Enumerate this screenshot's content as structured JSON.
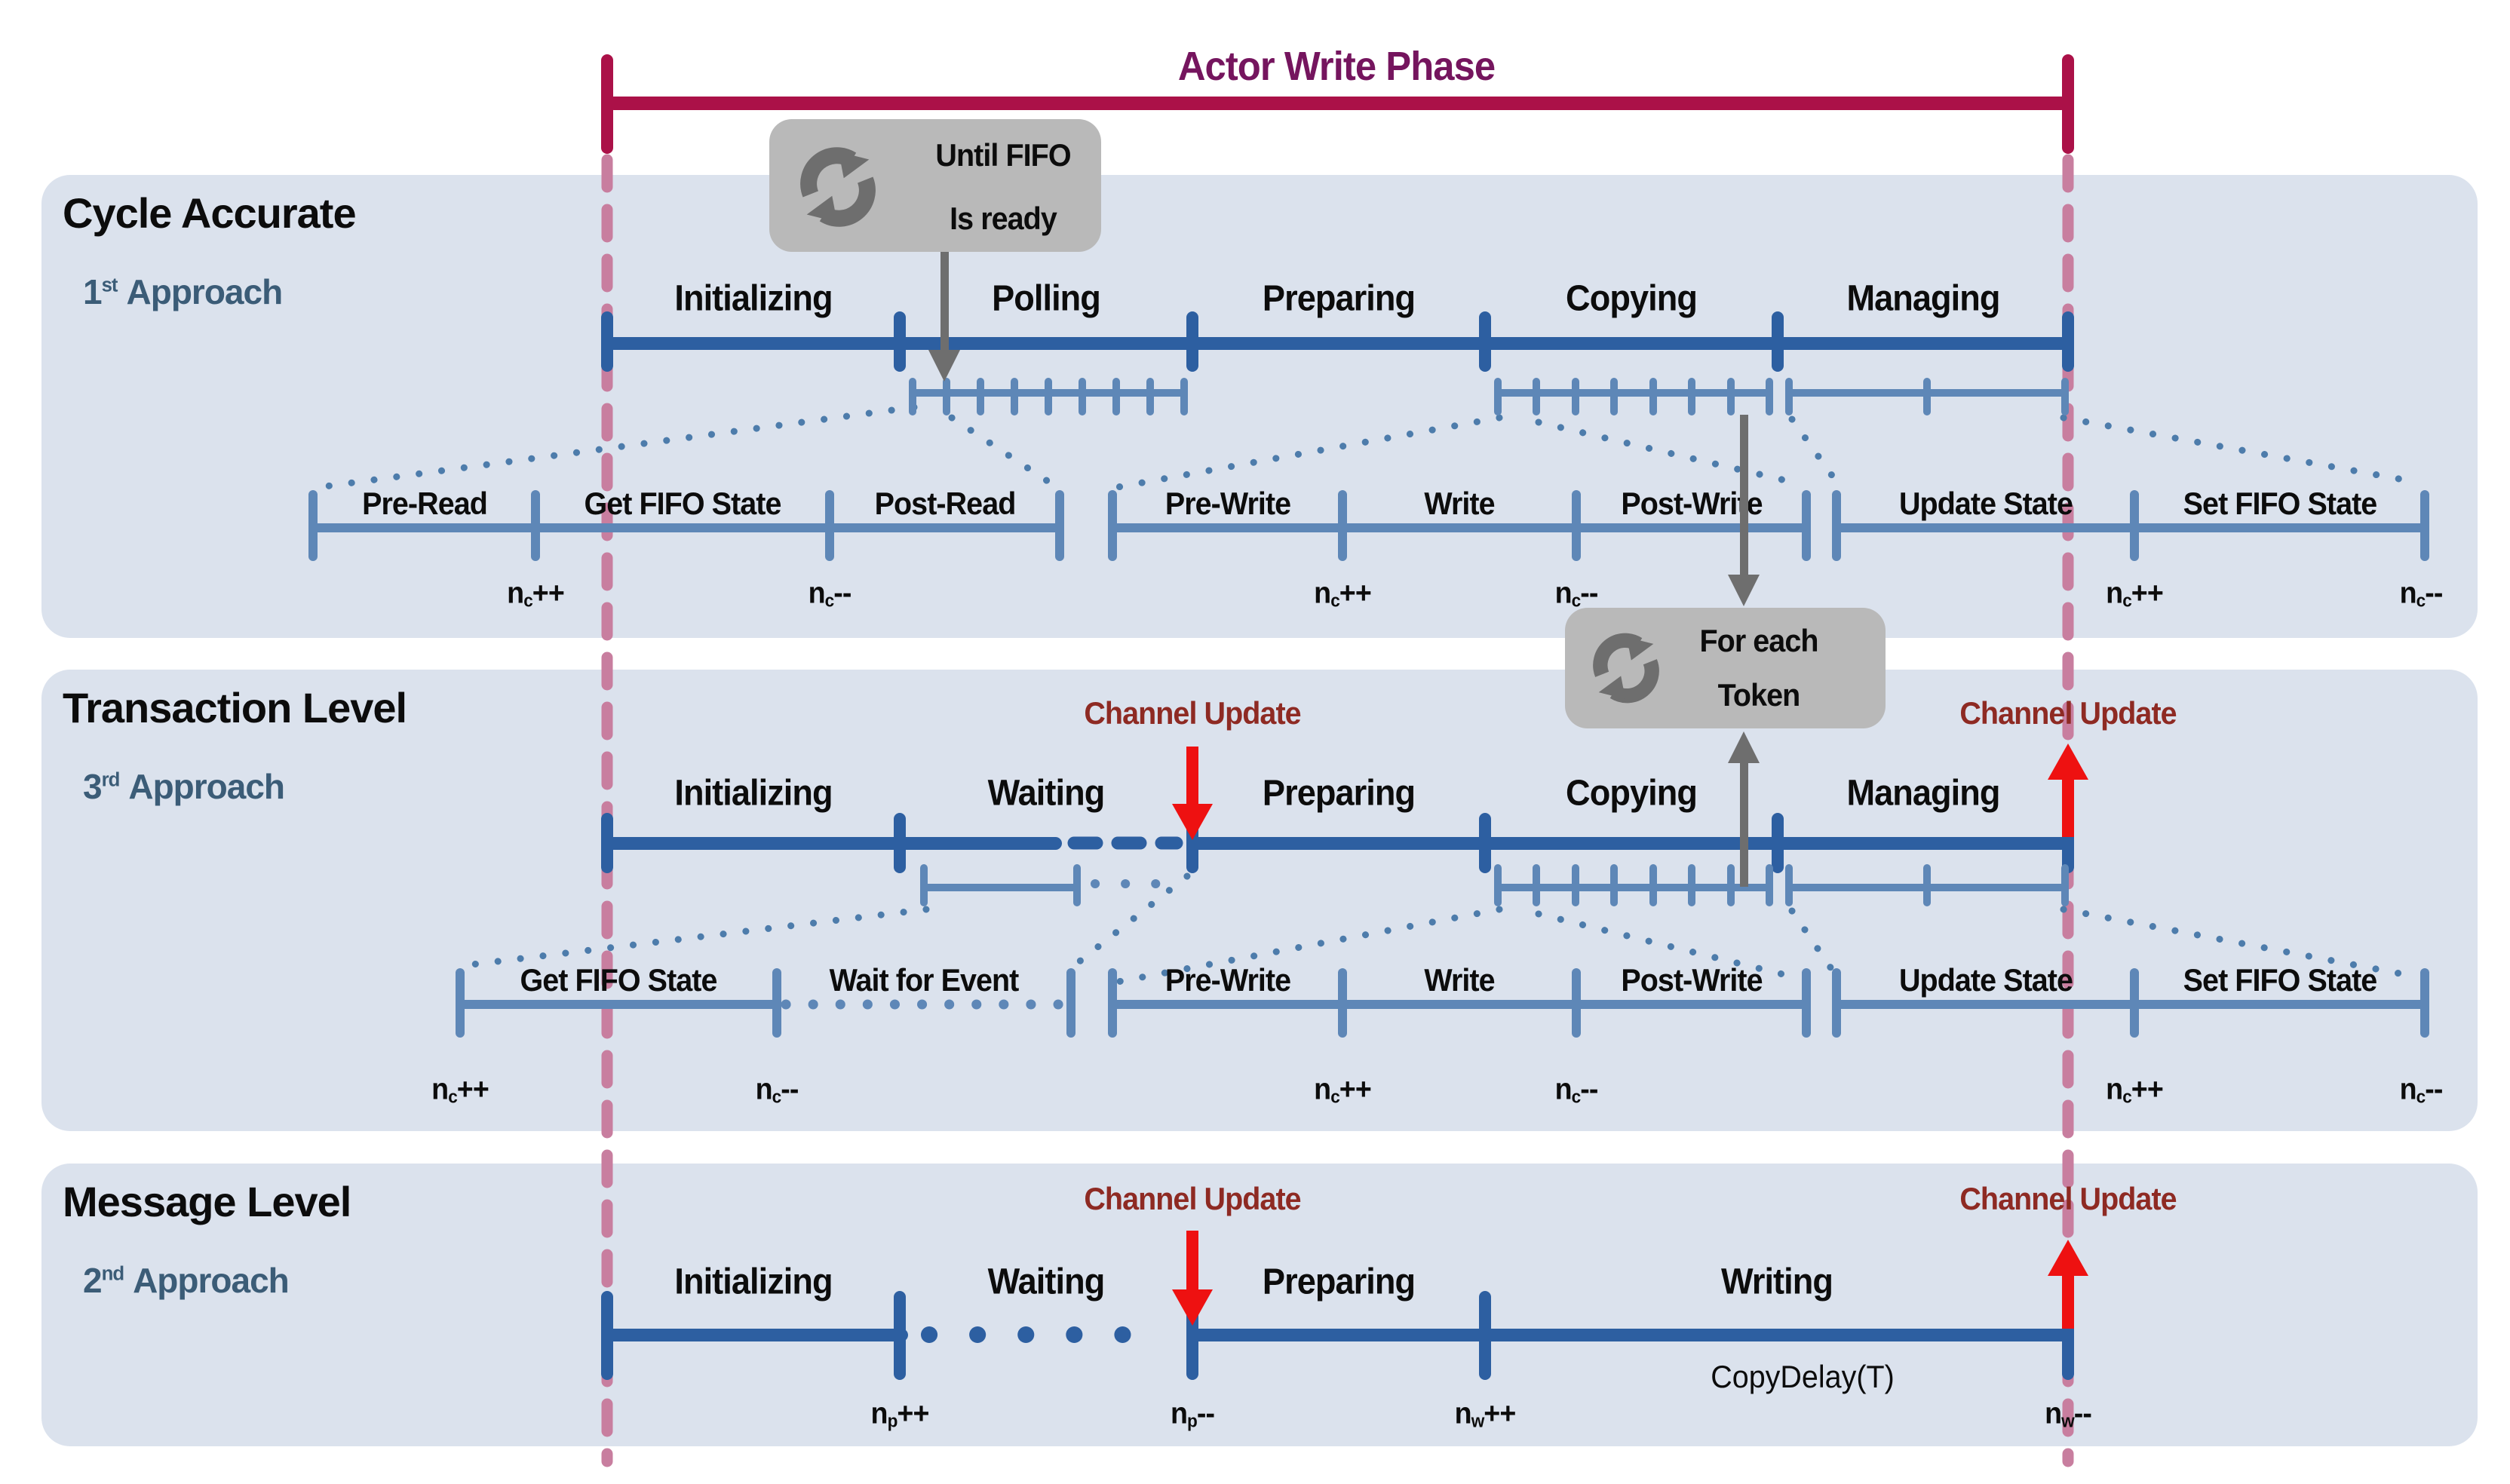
{
  "header": {
    "title": "Actor Write Phase"
  },
  "labels": {
    "channel_update": "Channel Update",
    "copy_delay": "CopyDelay(T)"
  },
  "badges": {
    "until_fifo": {
      "icon": "loop-icon",
      "line1": "Until FIFO",
      "line2": "Is ready"
    },
    "for_each_token": {
      "icon": "loop-icon",
      "line1": "For each",
      "line2": "Token"
    }
  },
  "colors": {
    "panel_bg": "#dbe2ed",
    "bar_blue": "#2d5fa1",
    "light_blue": "#5e87b7",
    "connector_blue": "#4d7cab",
    "pink_dashed": "#c87e9f",
    "bracket_crimson": "#ab1148",
    "title_purple": "#75155e",
    "dark_red": "#8e2a23",
    "red": "#ee1111",
    "badge_gray": "#b9b9b9",
    "icon_gray": "#6e6e6e",
    "approach_slate": "#3b5c77"
  },
  "panels": [
    {
      "title": "Cycle Accurate",
      "approach": {
        "num": "1",
        "ord": "st",
        "word": "Approach"
      },
      "phases": [
        {
          "label": "Initializing"
        },
        {
          "label": "Polling"
        },
        {
          "label": "Preparing"
        },
        {
          "label": "Copying"
        },
        {
          "label": "Managing"
        }
      ],
      "subtimelines": [
        {
          "segments": [
            {
              "label": "Pre-Read"
            },
            {
              "label": "Get FIFO State"
            },
            {
              "label": "Post-Read"
            }
          ],
          "annotations": [
            {
              "var": "n",
              "sub": "c",
              "op": "++"
            },
            {
              "var": "n",
              "sub": "c",
              "op": "--"
            }
          ]
        },
        {
          "segments": [
            {
              "label": "Pre-Write"
            },
            {
              "label": "Write"
            },
            {
              "label": "Post-Write"
            }
          ],
          "annotations": [
            {
              "var": "n",
              "sub": "c",
              "op": "++"
            },
            {
              "var": "n",
              "sub": "c",
              "op": "--"
            }
          ]
        },
        {
          "segments": [
            {
              "label": "Update State"
            },
            {
              "label": "Set FIFO State"
            }
          ],
          "annotations": [
            {
              "var": "n",
              "sub": "c",
              "op": "++"
            },
            {
              "var": "n",
              "sub": "c",
              "op": "--"
            }
          ]
        }
      ]
    },
    {
      "title": "Transaction Level",
      "approach": {
        "num": "3",
        "ord": "rd",
        "word": "Approach"
      },
      "phases": [
        {
          "label": "Initializing"
        },
        {
          "label": "Waiting"
        },
        {
          "label": "Preparing"
        },
        {
          "label": "Copying"
        },
        {
          "label": "Managing"
        }
      ],
      "subtimelines": [
        {
          "segments": [
            {
              "label": "Get FIFO State"
            },
            {
              "label": "Wait for Event"
            }
          ],
          "annotations": [
            {
              "var": "n",
              "sub": "c",
              "op": "++"
            },
            {
              "var": "n",
              "sub": "c",
              "op": "--"
            }
          ]
        },
        {
          "segments": [
            {
              "label": "Pre-Write"
            },
            {
              "label": "Write"
            },
            {
              "label": "Post-Write"
            }
          ],
          "annotations": [
            {
              "var": "n",
              "sub": "c",
              "op": "++"
            },
            {
              "var": "n",
              "sub": "c",
              "op": "--"
            }
          ]
        },
        {
          "segments": [
            {
              "label": "Update State"
            },
            {
              "label": "Set FIFO State"
            }
          ],
          "annotations": [
            {
              "var": "n",
              "sub": "c",
              "op": "++"
            },
            {
              "var": "n",
              "sub": "c",
              "op": "--"
            }
          ]
        }
      ]
    },
    {
      "title": "Message Level",
      "approach": {
        "num": "2",
        "ord": "nd",
        "word": "Approach"
      },
      "phases": [
        {
          "label": "Initializing"
        },
        {
          "label": "Waiting"
        },
        {
          "label": "Preparing"
        },
        {
          "label": "Writing"
        }
      ],
      "annotations": [
        {
          "var": "n",
          "sub": "p",
          "op": "++"
        },
        {
          "var": "n",
          "sub": "p",
          "op": "--"
        },
        {
          "var": "n",
          "sub": "w",
          "op": "++"
        },
        {
          "var": "n",
          "sub": "w",
          "op": "--"
        }
      ]
    }
  ]
}
